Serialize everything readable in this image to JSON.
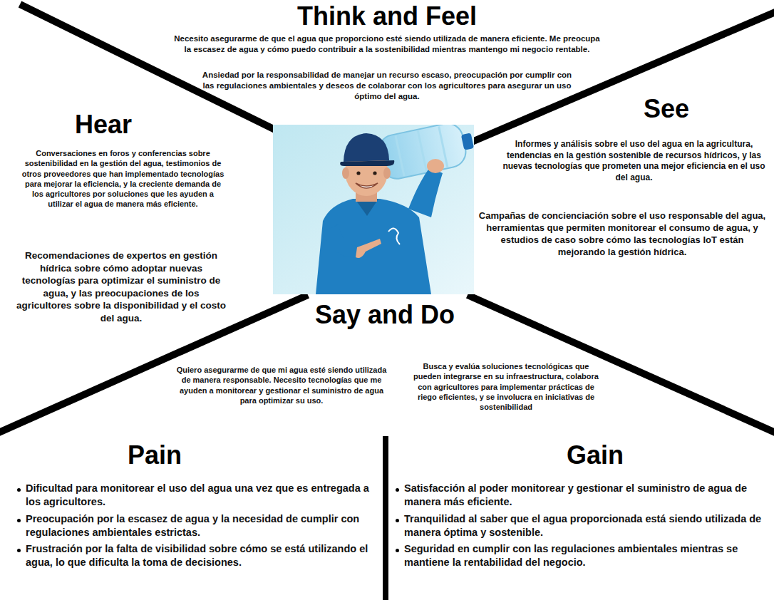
{
  "diagram": {
    "nodes": [
      {
        "text": [
          "Think and Feel",
          "Necesito asegurarme de que el agua que proporciono esté siendo utilizada de manera eficiente. Me preocupa la escasez de agua y cómo puedo contribuir a la sostenibilidad mientras mantengo mi negocio rentable.",
          "Ansiedad por la responsabilidad de manejar un recurso escaso, preocupación por cumplir con las regulaciones ambientales y deseos de colaborar con los agricultores para asegurar un uso óptimo del agua."
        ]
      },
      {
        "text": [
          "Hear",
          "Conversaciones en foros y conferencias sobre sostenibilidad en la gestión del agua, testimonios de otros proveedores que han implementado tecnologías para mejorar la eficiencia, y la creciente demanda de los agricultores por soluciones que les ayuden a utilizar el agua de manera más eficiente.",
          "Recomendaciones de expertos en gestión hídrica sobre cómo adoptar nuevas tecnologías para optimizar el suministro de agua, y las preocupaciones de los agricultores sobre la disponibilidad y el costo del agua."
        ]
      },
      {
        "text": [
          "See",
          "Informes y análisis sobre el uso del agua en la agricultura, tendencias en la gestión sostenible de recursos hídricos, y las nuevas tecnologías que prometen una mejor eficiencia en el uso del agua.",
          "Campañas de concienciación sobre el uso responsable del agua, herramientas que permiten monitorear el consumo de agua, y estudios de caso sobre cómo las tecnologías IoT están mejorando la gestión hídrica."
        ]
      },
      {
        "text": [
          "Say and Do",
          "Quiero asegurarme de que mi agua esté siendo utilizada de manera responsable. Necesito tecnologías que me ayuden a monitorear y gestionar el suministro de agua para optimizar su uso.",
          "Busca y evalúa soluciones tecnológicas que pueden integrarse en su infraestructura, colabora con agricultores para implementar prácticas de riego eficientes, y se involucra en iniciativas de sostenibilidad"
        ]
      },
      {
        "text": [
          "Pain",
          "Dificultad para monitorear el uso del agua una vez que es entregada a los agricultores.",
          "Preocupación por la escasez de agua y la necesidad de cumplir con regulaciones ambientales estrictas.",
          "Frustración por la falta de visibilidad sobre cómo se está utilizando el agua, lo que dificulta la toma de decisiones."
        ]
      },
      {
        "text": [
          "Gain",
          "Satisfacción al poder monitorear y gestionar el suministro de agua de manera más eficiente.",
          "Tranquilidad al saber que el agua proporcionada está siendo utilizada de manera óptima y sostenible.",
          "Seguridad en cumplir con las regulaciones ambientales mientras se mantiene la rentabilidad del negocio."
        ]
      }
    ]
  }
}
